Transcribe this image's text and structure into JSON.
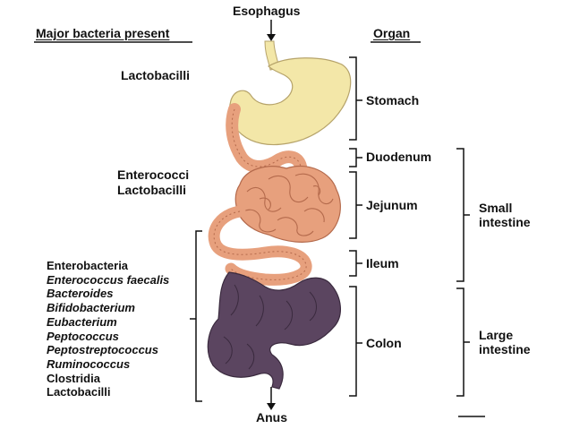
{
  "header": {
    "bacteria_title": "Major bacteria present",
    "organ_title": "Organ"
  },
  "endpoints": {
    "top": "Esophagus",
    "bottom": "Anus"
  },
  "bacteria_groups": {
    "stomach": "Lactobacilli",
    "small_intestine": [
      "Enterococci",
      "Lactobacilli"
    ],
    "colon": [
      {
        "name": "Enterobacteria",
        "italic": false
      },
      {
        "name": "Enterococcus faecalis",
        "italic": true
      },
      {
        "name": "Bacteroides",
        "italic": true
      },
      {
        "name": "Bifidobacterium",
        "italic": true
      },
      {
        "name": "Eubacterium",
        "italic": true
      },
      {
        "name": "Peptococcus",
        "italic": true
      },
      {
        "name": "Peptostreptococcus",
        "italic": true
      },
      {
        "name": "Ruminococcus",
        "italic": true
      },
      {
        "name": "Clostridia",
        "italic": false
      },
      {
        "name": "Lactobacilli",
        "italic": false
      }
    ]
  },
  "organs": {
    "stomach": "Stomach",
    "duodenum": "Duodenum",
    "jejunum": "Jejunum",
    "ileum": "Ileum",
    "colon": "Colon"
  },
  "regions": {
    "small_intestine": [
      "Small",
      "intestine"
    ],
    "large_intestine": [
      "Large",
      "intestine"
    ]
  },
  "colors": {
    "stomach": "#f3e7a8",
    "small_intestine": "#e7a07d",
    "colon": "#5b4560",
    "line": "#111111"
  }
}
